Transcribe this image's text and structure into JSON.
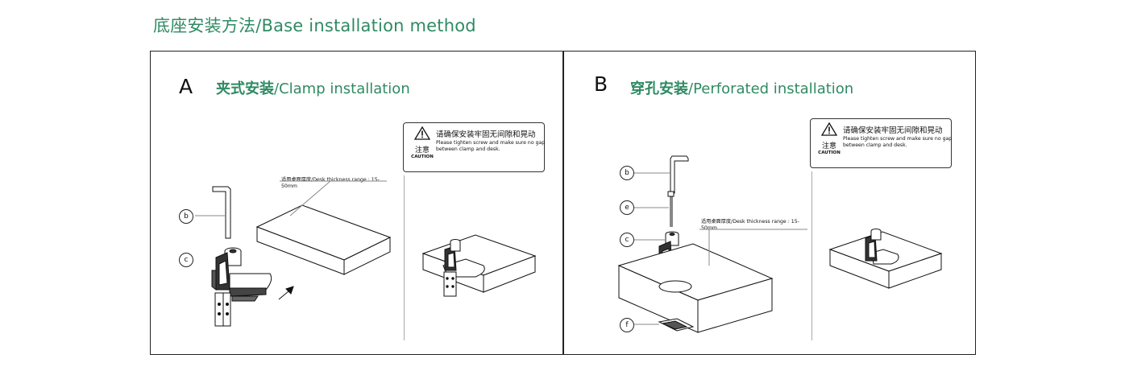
{
  "page_title": "底座安装方法/Base installation method",
  "sections": [
    {
      "letter": "A",
      "title_cn": "夹式安装",
      "title_en": "/Clamp installation",
      "caution": {
        "cn_label": "注意",
        "caution_word": "CAUTION",
        "message_cn": "请确保安装牢固无间隙和晃动",
        "message_en": "Please tighten screw and make sure no gap between clamp and desk."
      },
      "thickness_note": "适用桌面厚度/Desk thickness range : 15-50mm",
      "callouts": [
        "b",
        "c"
      ]
    },
    {
      "letter": "B",
      "title_cn": "穿孔安装",
      "title_en": "/Perforated installation",
      "caution": {
        "cn_label": "注意",
        "caution_word": "CAUTION",
        "message_cn": "请确保安装牢固无间隙和晃动",
        "message_en": "Please tighten screw and make sure no gap between clamp and desk."
      },
      "thickness_note": "适用桌面厚度/Desk thickness range : 15-50mm",
      "callouts": [
        "b",
        "e",
        "c",
        "f"
      ]
    }
  ],
  "colors": {
    "accent": "#2f8a63",
    "line": "#222222"
  }
}
